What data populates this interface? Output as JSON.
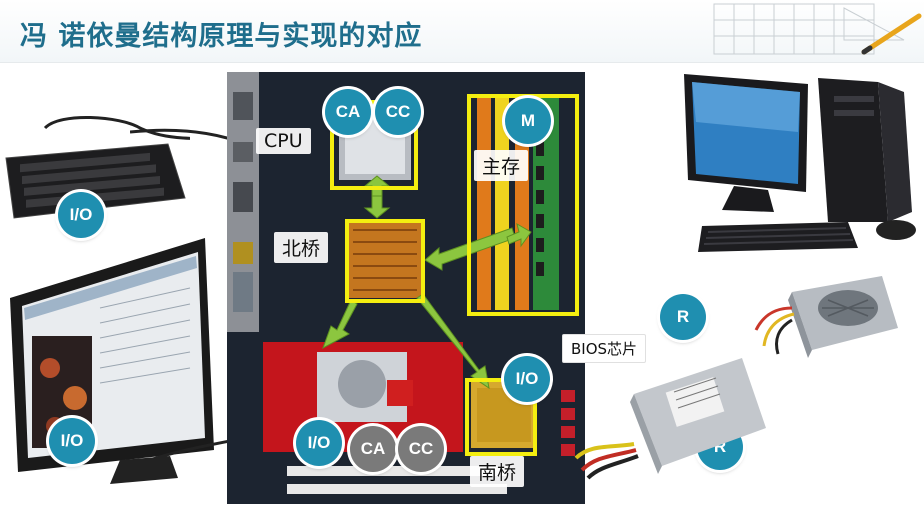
{
  "title": "冯 诺依曼结构原理与实现的对应",
  "labels": {
    "cpu": "CPU",
    "north_bridge": "北桥",
    "main_memory": "主存",
    "bios_chip": "BIOS芯片",
    "south_bridge": "南桥"
  },
  "badges": {
    "ca_top": "CA",
    "cc_top": "CC",
    "m": "M",
    "io_keyboard": "I/O",
    "io_monitor": "I/O",
    "io_south": "I/O",
    "io_pci": "I/O",
    "ca_bottom": "CA",
    "cc_bottom": "CC",
    "r_bios": "R",
    "r_disk": "R"
  },
  "colors": {
    "title": "#1f6e8c",
    "badge_teal": "#1f8fb0",
    "badge_grey": "#7a7a7a",
    "highlight_box": "#f4ee10",
    "arrow": "#8cc63f"
  }
}
